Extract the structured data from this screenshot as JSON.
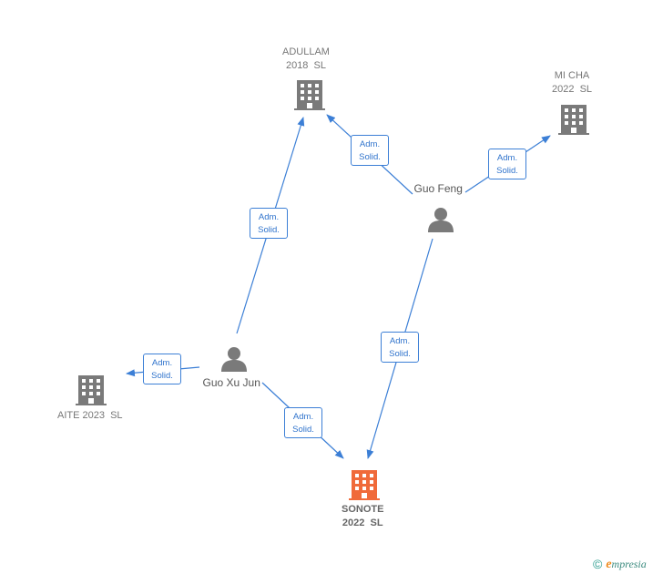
{
  "colors": {
    "edge": "#3c7fd6",
    "company": "#7a7a7a",
    "focus_company": "#f06a3a",
    "person": "#7a7a7a"
  },
  "companies": [
    {
      "id": "adullam",
      "line1": "ADULLAM",
      "line2": "2018  SL",
      "focus": false
    },
    {
      "id": "micha",
      "line1": "MI CHA",
      "line2": "2022  SL",
      "focus": false
    },
    {
      "id": "aite",
      "line1": "AITE 2023  SL",
      "line2": "",
      "focus": false
    },
    {
      "id": "sonote",
      "line1": "SONOTE",
      "line2": "2022  SL",
      "focus": true
    }
  ],
  "people": [
    {
      "id": "guo-feng",
      "name": "Guo Feng"
    },
    {
      "id": "guo-xu-jun",
      "name": "Guo Xu Jun"
    }
  ],
  "edges": [
    {
      "from": "guo-feng",
      "to": "adullam",
      "line1": "Adm.",
      "line2": "Solid."
    },
    {
      "from": "guo-feng",
      "to": "micha",
      "line1": "Adm.",
      "line2": "Solid."
    },
    {
      "from": "guo-feng",
      "to": "sonote",
      "line1": "Adm.",
      "line2": "Solid."
    },
    {
      "from": "guo-xu-jun",
      "to": "adullam",
      "line1": "Adm.",
      "line2": "Solid."
    },
    {
      "from": "guo-xu-jun",
      "to": "aite",
      "line1": "Adm.",
      "line2": "Solid."
    },
    {
      "from": "guo-xu-jun",
      "to": "sonote",
      "line1": "Adm.",
      "line2": "Solid."
    }
  ],
  "brand": {
    "copyright": "©",
    "initial": "e",
    "name": "mpresia"
  }
}
